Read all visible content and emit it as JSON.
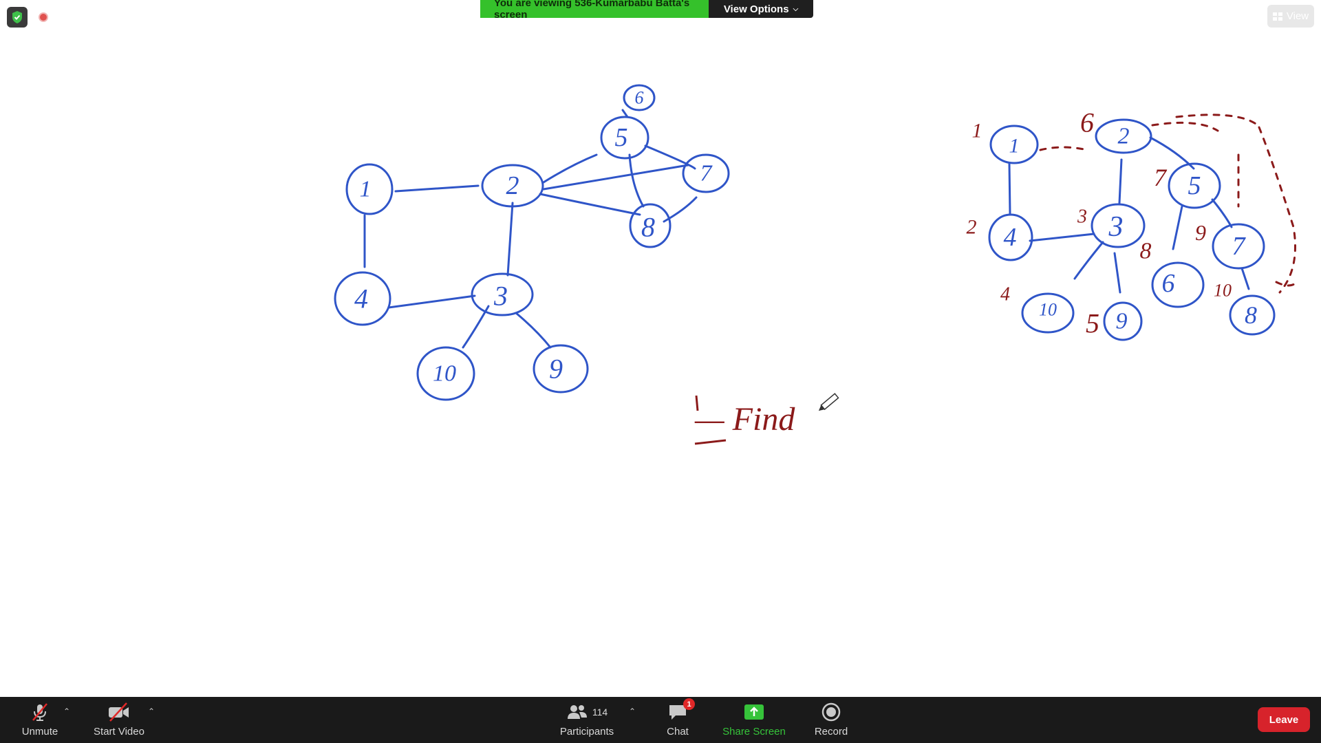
{
  "banner": {
    "message": "You are viewing 536-Kumarbabu Batta's screen",
    "options_label": "View Options"
  },
  "view_button": {
    "label": "View"
  },
  "whiteboard": {
    "graph_left_nodes": [
      "1",
      "2",
      "4",
      "3",
      "5",
      "6",
      "7",
      "8",
      "10",
      "9"
    ],
    "graph_right_nodes": [
      "1",
      "2",
      "4",
      "3",
      "5",
      "7",
      "6",
      "10",
      "9",
      "8"
    ],
    "graph_right_annotations": [
      "1",
      "6",
      "2",
      "3",
      "7",
      "9",
      "8",
      "4",
      "5",
      "10"
    ],
    "note": "— Find"
  },
  "toolbar": {
    "unmute_label": "Unmute",
    "start_video_label": "Start Video",
    "participants_label": "Participants",
    "participants_count": "114",
    "chat_label": "Chat",
    "chat_badge": "1",
    "share_screen_label": "Share Screen",
    "record_label": "Record",
    "leave_label": "Leave"
  },
  "colors": {
    "ink_blue": "#2f55c8",
    "ink_red": "#8b1a1a",
    "banner_green": "#35c12b",
    "leave_red": "#d7232b",
    "toolbar_bg": "#1a1a1a"
  }
}
